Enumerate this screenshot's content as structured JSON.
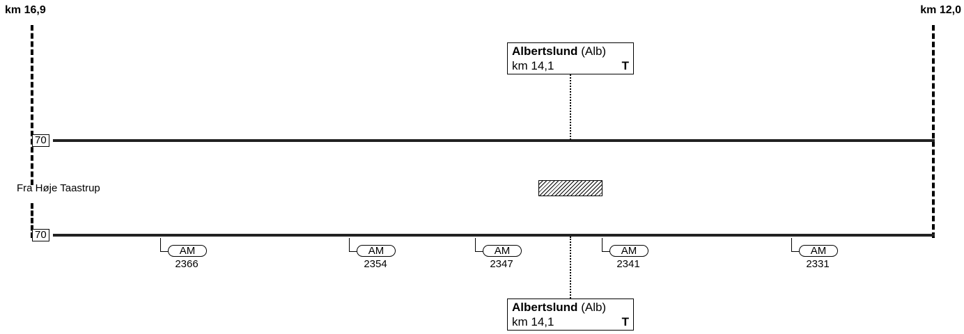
{
  "km_left": "km 16,9",
  "km_right": "km 12,0",
  "from_label": "Fra Høje Taastrup",
  "speed_upper": "70",
  "speed_lower": "70",
  "station_top": {
    "name": "Albertslund",
    "code": "(Alb)",
    "km": "km 14,1",
    "type": "T"
  },
  "station_bottom": {
    "name": "Albertslund",
    "code": "(Alb)",
    "km": "km 14,1",
    "type": "T"
  },
  "markers": [
    {
      "label": "AM",
      "number": "2366"
    },
    {
      "label": "AM",
      "number": "2354"
    },
    {
      "label": "AM",
      "number": "2347"
    },
    {
      "label": "AM",
      "number": "2341"
    },
    {
      "label": "AM",
      "number": "2331"
    }
  ]
}
